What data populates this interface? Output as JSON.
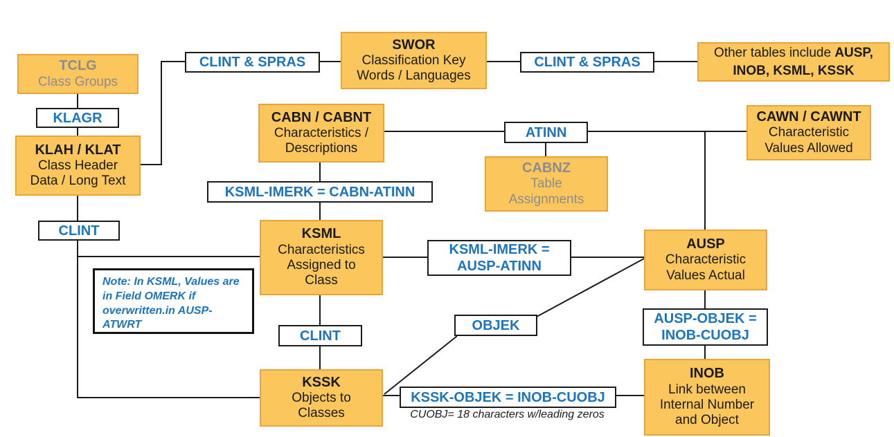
{
  "colors": {
    "box_fill": "#FBC75C",
    "box_border": "#E8A43A",
    "link_text_blue": "#1B74BC",
    "muted_gray": "#8C8C8C",
    "line_black": "#1A1A1A"
  },
  "tables": {
    "tclg": {
      "code": "TCLG",
      "desc1": "Class Groups"
    },
    "klah": {
      "code": "KLAH / KLAT",
      "desc1": "Class Header",
      "desc2": "Data / Long Text"
    },
    "swor": {
      "code": "SWOR",
      "desc1": "Classification Key",
      "desc2": "Words / Languages"
    },
    "cabn": {
      "code": "CABN / CABNT",
      "desc1": "Characteristics /",
      "desc2": "Descriptions"
    },
    "cawn": {
      "code": "CAWN / CAWNT",
      "desc1": "Characteristic",
      "desc2": "Values Allowed"
    },
    "cabnz": {
      "code": "CABNZ",
      "desc1": "Table",
      "desc2": "Assignments"
    },
    "ksml": {
      "code": "KSML",
      "desc1": "Characteristics",
      "desc2": "Assigned to",
      "desc3": "Class"
    },
    "ausp": {
      "code": "AUSP",
      "desc1": "Characteristic",
      "desc2": "Values Actual"
    },
    "kssk": {
      "code": "KSSK",
      "desc1": "Objects to",
      "desc2": "Classes"
    },
    "inob": {
      "code": "INOB",
      "desc1": "Link between",
      "desc2": "Internal Number",
      "desc3": "and Object"
    },
    "other": {
      "prefix": "Other tables include ",
      "bold1": "AUSP,",
      "bold2": "INOB, KSML, KSSK"
    }
  },
  "connectors": {
    "clint_spras_left": "CLINT & SPRAS",
    "clint_spras_right": "CLINT & SPRAS",
    "klagr": "KLAGR",
    "atinn": "ATINN",
    "ksml_cabn": "KSML-IMERK = CABN-ATINN",
    "clint_left": "CLINT",
    "ksml_ausp_line1": "KSML-IMERK =",
    "ksml_ausp_line2": "AUSP-ATINN",
    "objek": "OBJEK",
    "clint_mid": "CLINT",
    "ausp_inob_line1": "AUSP-OBJEK =",
    "ausp_inob_line2": "INOB-CUOBJ",
    "kssk_inob": "KSSK-OBJEK = INOB-CUOBJ"
  },
  "notes": {
    "ksml_note": "Note: In KSML, Values are in Field OMERK if overwritten.in AUSP-ATWRT",
    "cuobj_note": "CUOBJ= 18 characters w/leading zeros"
  }
}
